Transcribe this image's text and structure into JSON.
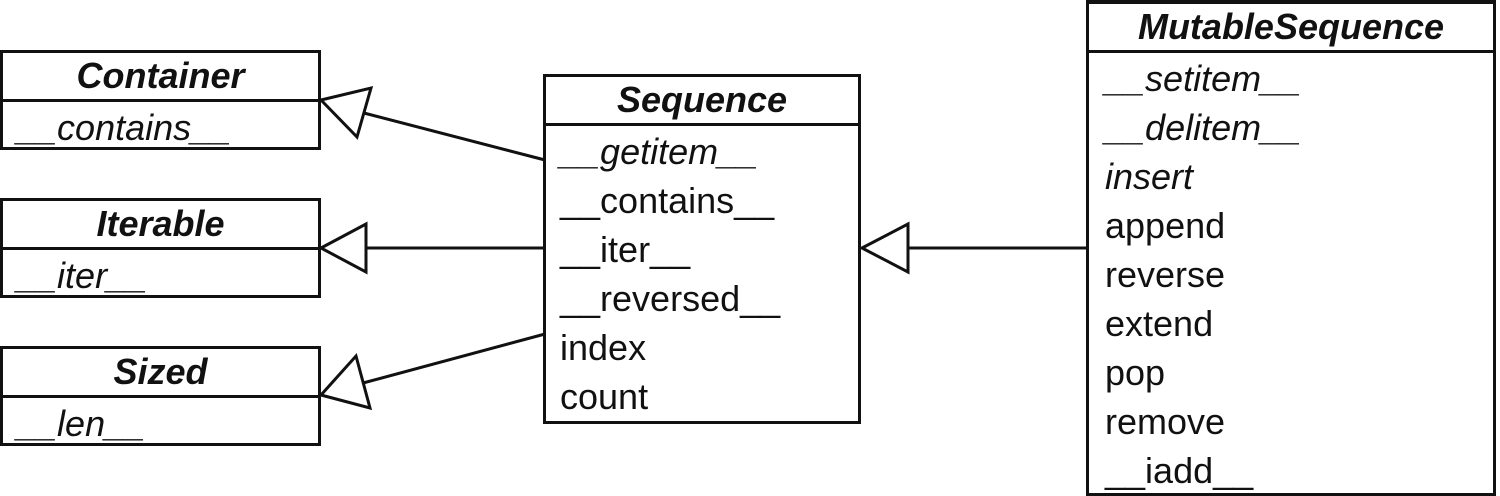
{
  "classes": {
    "container": {
      "name": "Container",
      "methods": [
        {
          "label": "__contains__",
          "abstract": true
        }
      ]
    },
    "iterable": {
      "name": "Iterable",
      "methods": [
        {
          "label": "__iter__",
          "abstract": true
        }
      ]
    },
    "sized": {
      "name": "Sized",
      "methods": [
        {
          "label": "__len__",
          "abstract": true
        }
      ]
    },
    "sequence": {
      "name": "Sequence",
      "methods": [
        {
          "label": "__getitem__",
          "abstract": true
        },
        {
          "label": "__contains__",
          "abstract": false
        },
        {
          "label": "__iter__",
          "abstract": false
        },
        {
          "label": "__reversed__",
          "abstract": false
        },
        {
          "label": "index",
          "abstract": false
        },
        {
          "label": "count",
          "abstract": false
        }
      ]
    },
    "mutable_sequence": {
      "name": "MutableSequence",
      "methods": [
        {
          "label": "__setitem__",
          "abstract": true
        },
        {
          "label": "__delitem__",
          "abstract": true
        },
        {
          "label": "insert",
          "abstract": true
        },
        {
          "label": "append",
          "abstract": false
        },
        {
          "label": "reverse",
          "abstract": false
        },
        {
          "label": "extend",
          "abstract": false
        },
        {
          "label": "pop",
          "abstract": false
        },
        {
          "label": "remove",
          "abstract": false
        },
        {
          "label": "__iadd__",
          "abstract": false
        }
      ]
    }
  },
  "relations": [
    {
      "from": "sequence",
      "to": "container",
      "kind": "inheritance"
    },
    {
      "from": "sequence",
      "to": "iterable",
      "kind": "inheritance"
    },
    {
      "from": "sequence",
      "to": "sized",
      "kind": "inheritance"
    },
    {
      "from": "mutable_sequence",
      "to": "sequence",
      "kind": "inheritance"
    }
  ],
  "colors": {
    "stroke": "#111111",
    "background": "#ffffff"
  }
}
